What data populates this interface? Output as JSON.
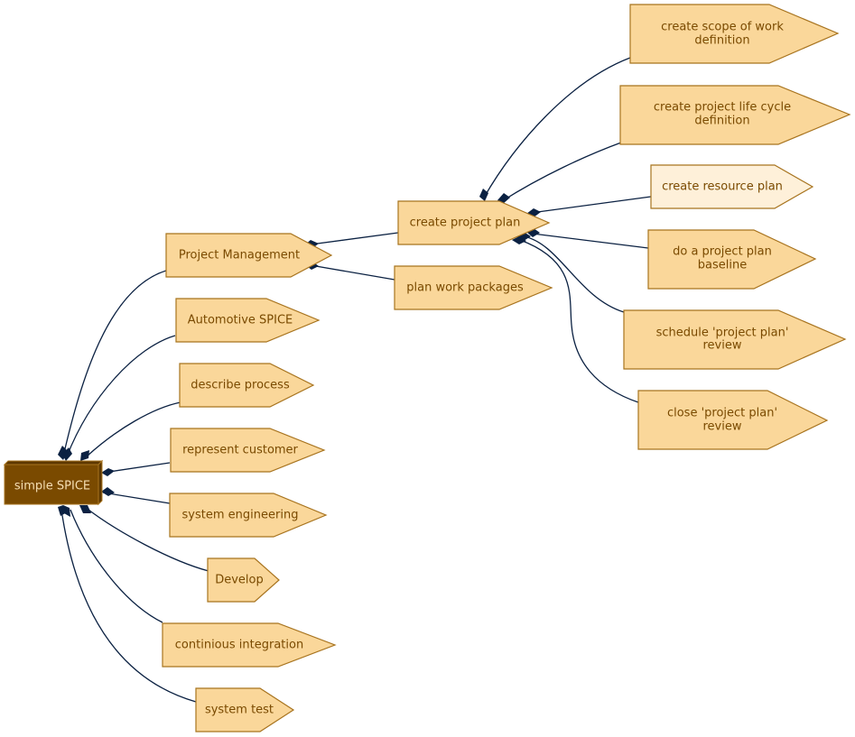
{
  "diagram": {
    "root": {
      "label": "simple SPICE"
    },
    "nodes": {
      "project_management": {
        "label": "Project Management"
      },
      "automotive_spice": {
        "label": "Automotive SPICE"
      },
      "describe_process": {
        "label": "describe process"
      },
      "represent_customer": {
        "label": "represent customer"
      },
      "system_engineering": {
        "label": "system engineering"
      },
      "develop": {
        "label": "Develop"
      },
      "continious_integration": {
        "label": "continious integration"
      },
      "system_test": {
        "label": "system test"
      },
      "create_project_plan": {
        "label": "create project plan"
      },
      "plan_work_packages": {
        "label": "plan work packages"
      },
      "create_scope": {
        "line1": "create scope of work",
        "line2": "definition"
      },
      "create_life_cycle": {
        "line1": "create project life cycle",
        "line2": "definition"
      },
      "create_resource_plan": {
        "label": "create resource plan",
        "highlighted": true
      },
      "do_baseline": {
        "line1": "do a project plan",
        "line2": "baseline"
      },
      "schedule_review": {
        "line1": "schedule 'project plan'",
        "line2": "review"
      },
      "close_review": {
        "line1": "close 'project plan'",
        "line2": "review"
      }
    },
    "colors": {
      "node_fill": "#fad79a",
      "node_fill_highlight": "#fef0d9",
      "node_stroke": "#a8741f",
      "root_fill": "#7a4a00",
      "root_text": "#f5deb3",
      "edge": "#0b2142"
    }
  }
}
